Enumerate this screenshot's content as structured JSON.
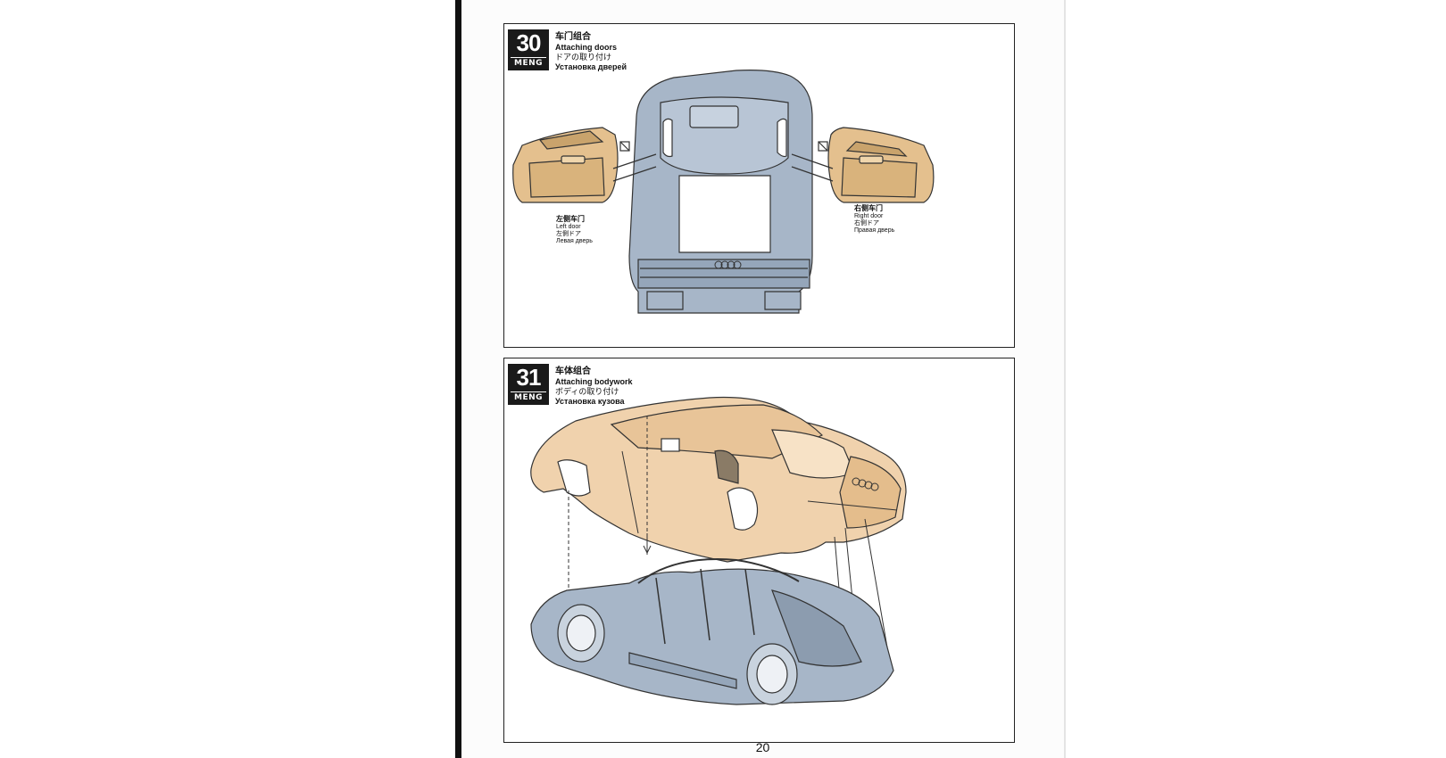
{
  "page": {
    "number": "20"
  },
  "steps": [
    {
      "number": "30",
      "brand": "MENG",
      "title_zh": "车门组合",
      "title_en": "Attaching doors",
      "title_ja": "ドアの取り付け",
      "title_ru": "Установка дверей",
      "labels": {
        "left_door": {
          "zh": "左侧车门",
          "en": "Left door",
          "ja": "左側ドア",
          "ru": "Левая дверь"
        },
        "right_door": {
          "zh": "右侧车门",
          "en": "Right door",
          "ja": "右側ドア",
          "ru": "Правая дверь"
        }
      }
    },
    {
      "number": "31",
      "brand": "MENG",
      "title_zh": "车体组合",
      "title_en": "Attaching bodywork",
      "title_ja": "ボディの取り付け",
      "title_ru": "Установка кузова"
    }
  ],
  "colors": {
    "part_tan": "#e4c08e",
    "part_body": "#f0d2ad",
    "chassis_blue": "#a7b6c8",
    "outline": "#333333"
  }
}
